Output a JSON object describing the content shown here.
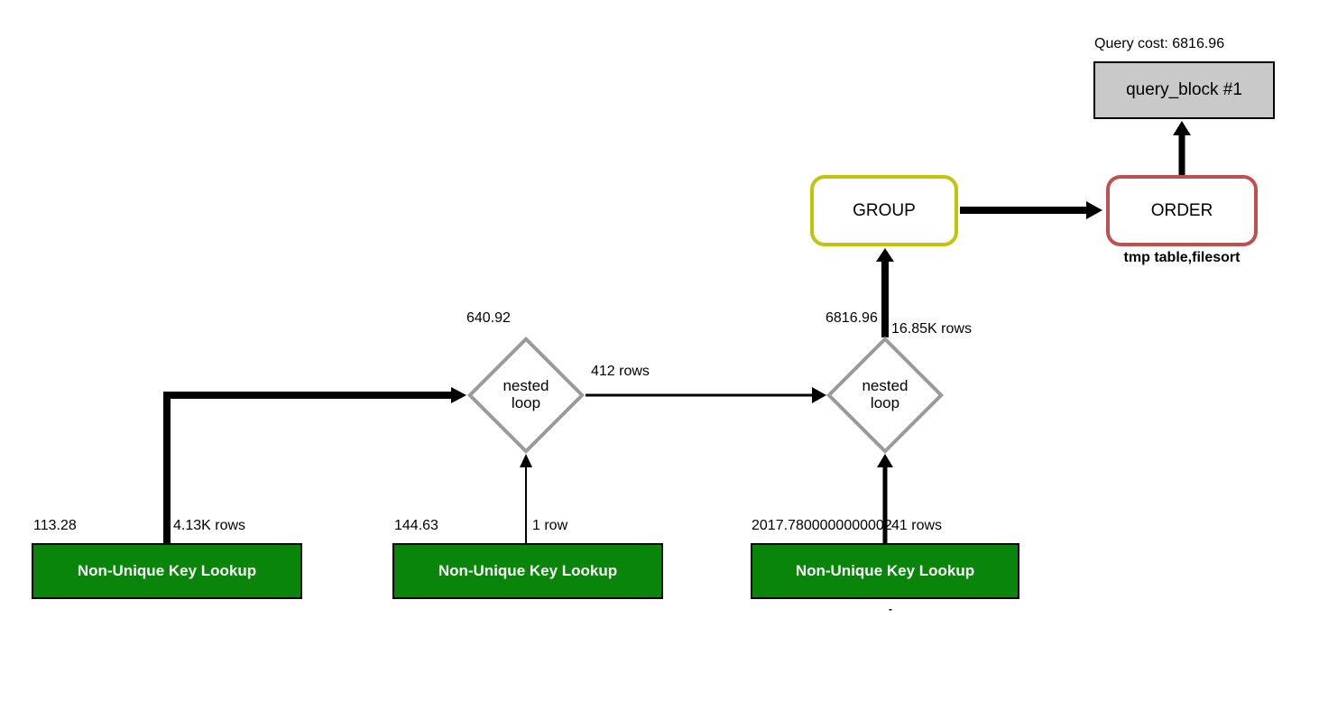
{
  "header": {
    "query_cost_label": "Query cost: 6816.96"
  },
  "colors": {
    "lookup_green": "#098509",
    "group_border": "#c3c30c",
    "order_border": "#c0504d",
    "query_block_fill": "#c9c9c9",
    "diamond_border": "#9a9a9a",
    "edge_black": "#000000"
  },
  "query_block": {
    "label": "query_block #1"
  },
  "group_node": {
    "label": "GROUP"
  },
  "order_node": {
    "label": "ORDER",
    "note": "tmp table,filesort"
  },
  "nested_loops": [
    {
      "label": "nested\nloop",
      "cost": "640.92",
      "rows_out": "412 rows"
    },
    {
      "label": "nested\nloop",
      "cost": "6816.96",
      "rows_out": "16.85K rows"
    }
  ],
  "lookups": [
    {
      "label": "Non-Unique Key Lookup",
      "cost": "113.28",
      "rows": "4.13K rows"
    },
    {
      "label": "Non-Unique Key Lookup",
      "cost": "144.63",
      "rows": "1 row"
    },
    {
      "label": "Non-Unique Key Lookup",
      "cost": "2017.7800000000002",
      "rows": "41 rows",
      "table_mark": "-"
    }
  ]
}
